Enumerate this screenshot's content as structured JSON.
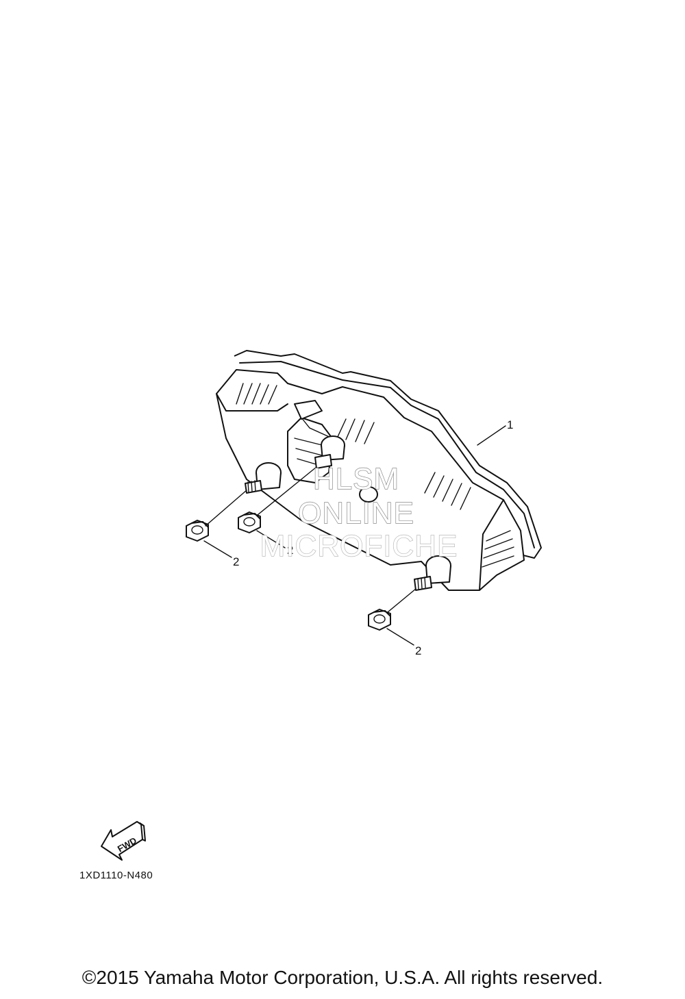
{
  "callouts": [
    {
      "number": "1",
      "part": "meter-assembly"
    },
    {
      "number": "2",
      "part": "nut"
    },
    {
      "number": "2",
      "part": "nut"
    },
    {
      "number": "2",
      "part": "nut"
    }
  ],
  "watermark": {
    "line1": "HLSM",
    "line2": "ONLINE",
    "line3": "MICROFICHE"
  },
  "direction_arrow": {
    "label": "FWD",
    "icon": "fwd-arrow-icon"
  },
  "diagram_ref": "1XD1110-N480",
  "copyright": "©2015 Yamaha Motor Corporation, U.S.A. All rights reserved."
}
